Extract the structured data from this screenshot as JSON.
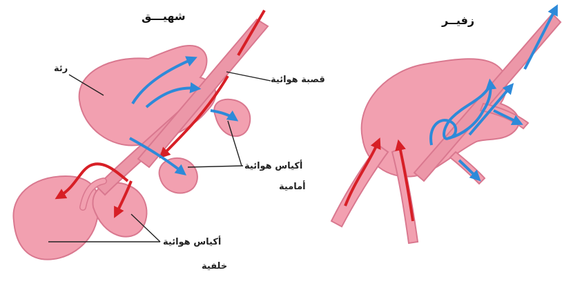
{
  "titles": {
    "inhale": "شهيـــق",
    "exhale": "زفيــر"
  },
  "labels": {
    "lung": "رئة",
    "trachea": "قصبة هوائية",
    "anterior_sacs_1": "أكياس هوائية",
    "anterior_sacs_2": "أمامية",
    "posterior_sacs_1": "أكياس هوائية",
    "posterior_sacs_2": "خلفية"
  },
  "colors": {
    "tissue": "#f2a0b0",
    "tissue_edge": "#d9788f",
    "tissue_dark": "#e58da0",
    "airflow_in": "#d71f26",
    "airflow_out": "#2d8ad9"
  }
}
